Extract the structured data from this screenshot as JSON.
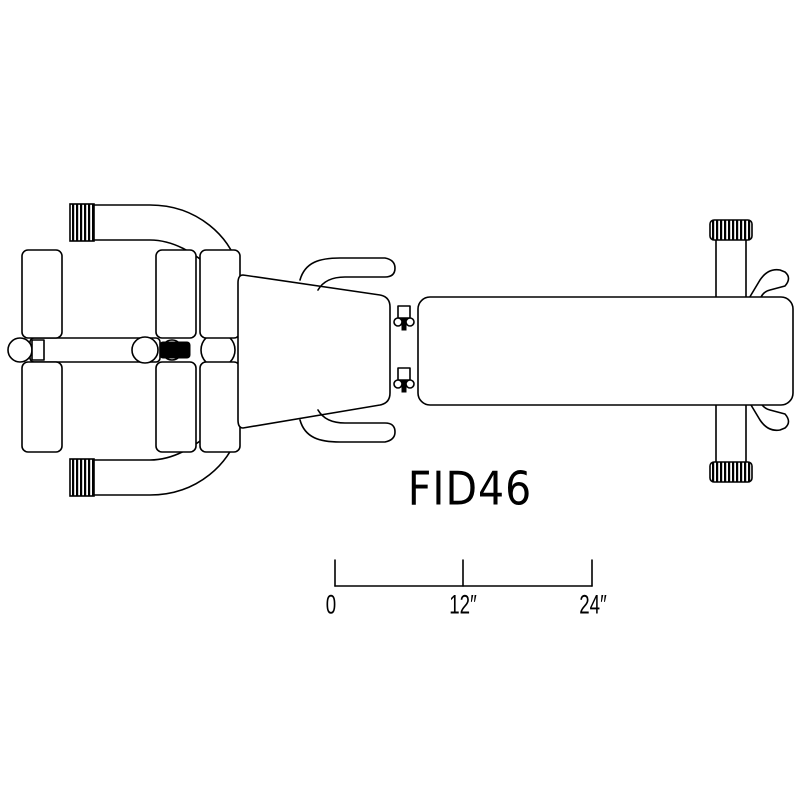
{
  "model_label": "FID46",
  "scale": {
    "ticks": [
      "0",
      "12″",
      "24″"
    ]
  }
}
